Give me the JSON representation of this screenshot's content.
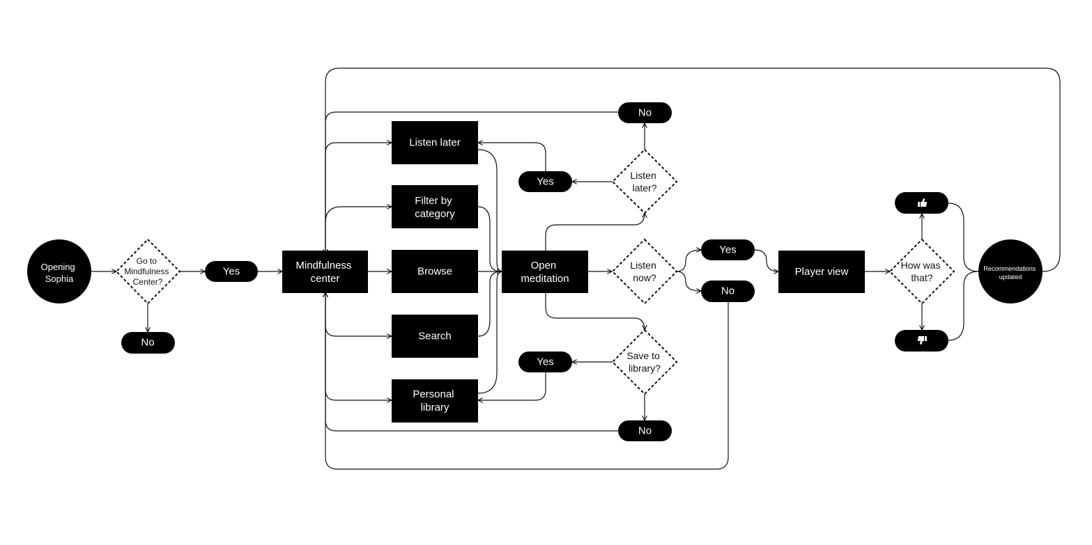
{
  "nodes": {
    "opening": [
      "Opening",
      "Sophia"
    ],
    "go_to_center": [
      "Go to",
      "Mindfulness",
      "Center?"
    ],
    "yes_start": [
      "Yes"
    ],
    "no_start": [
      "No"
    ],
    "mindfulness_center": [
      "Mindfulness",
      "center"
    ],
    "listen_later_box": [
      "Listen later"
    ],
    "filter_by_category": [
      "Filter by",
      "category"
    ],
    "browse": [
      "Browse"
    ],
    "search": [
      "Search"
    ],
    "personal_library": [
      "Personal",
      "library"
    ],
    "open_meditation": [
      "Open",
      "meditation"
    ],
    "listen_later_q": [
      "Listen",
      "later?"
    ],
    "yes_listen_later": [
      "Yes"
    ],
    "no_listen_later": [
      "No"
    ],
    "listen_now_q": [
      "Listen",
      "now?"
    ],
    "yes_listen_now": [
      "Yes"
    ],
    "no_listen_now": [
      "No"
    ],
    "save_to_library_q": [
      "Save to",
      "library?"
    ],
    "yes_save": [
      "Yes"
    ],
    "no_save": [
      "No"
    ],
    "player_view": [
      "Player view"
    ],
    "how_was_that": [
      "How was",
      "that?"
    ],
    "recommendations": [
      "Recommendations",
      "updated"
    ]
  },
  "icons": {
    "thumbs_up": "thumbs-up-icon",
    "thumbs_down": "thumbs-down-icon"
  },
  "colors": {
    "node_fill": "#000000",
    "node_text": "#ffffff",
    "line": "#111111",
    "background": "#ffffff"
  }
}
